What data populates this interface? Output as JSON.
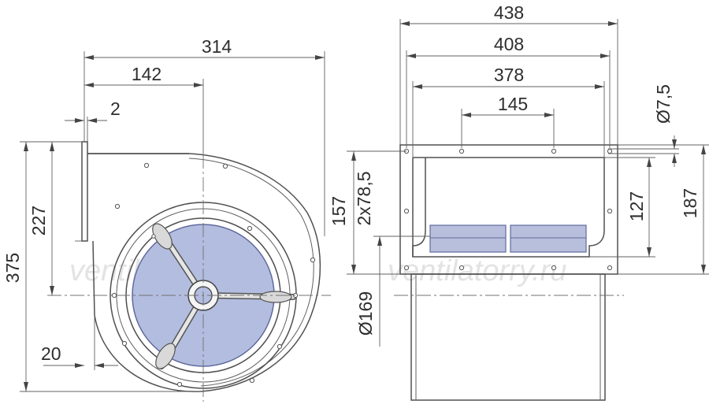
{
  "watermark": "ventilatorry.ru",
  "side_view": {
    "dims": {
      "overall_width": "314",
      "center_offset": "142",
      "flange_thickness": "2",
      "overall_height": "375",
      "outlet_height": "227",
      "bottom_offset": "20"
    }
  },
  "front_view": {
    "dims": {
      "width_outer": "438",
      "width_mid": "408",
      "width_inner": "378",
      "hole_spacing": "145",
      "hole_diameter": "Ø7,5",
      "height_outer": "187",
      "height_inner": "127",
      "flange_height": "157",
      "flange_holes": "2x78,5",
      "inlet_diameter": "Ø169"
    }
  },
  "colors": {
    "impeller_fill": "#b3bddf",
    "motor_plate_fill": "#b8bfdc",
    "line": "#505050"
  }
}
